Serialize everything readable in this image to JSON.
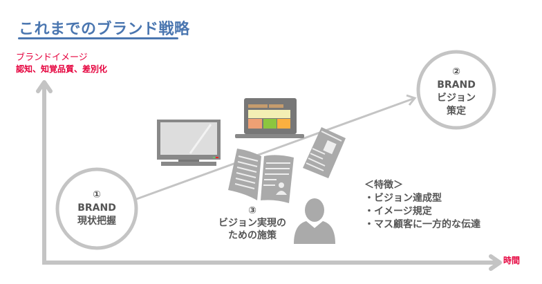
{
  "title": "これまでのブランド戦略",
  "y_axis": {
    "label": "ブランドイメージ",
    "sublabel": "認知、知覚品質、差別化"
  },
  "x_axis": {
    "label": "時間"
  },
  "stage1": {
    "num": "①",
    "brand": "BRAND",
    "label": "現状把握"
  },
  "stage2": {
    "num": "②",
    "brand": "BRAND",
    "line1": "ビジョン",
    "line2": "策定"
  },
  "stage3": {
    "num": "③",
    "line1": "ビジョン実現の",
    "line2": "ための施策"
  },
  "features": {
    "heading": "＜特徴＞",
    "items": [
      "・ビジョン達成型",
      "・イメージ規定",
      "・マス顧客に一方的な伝達"
    ]
  },
  "colors": {
    "accent": "#4a76b0",
    "red": "#e5003c",
    "gray": "#bbbbbb"
  }
}
